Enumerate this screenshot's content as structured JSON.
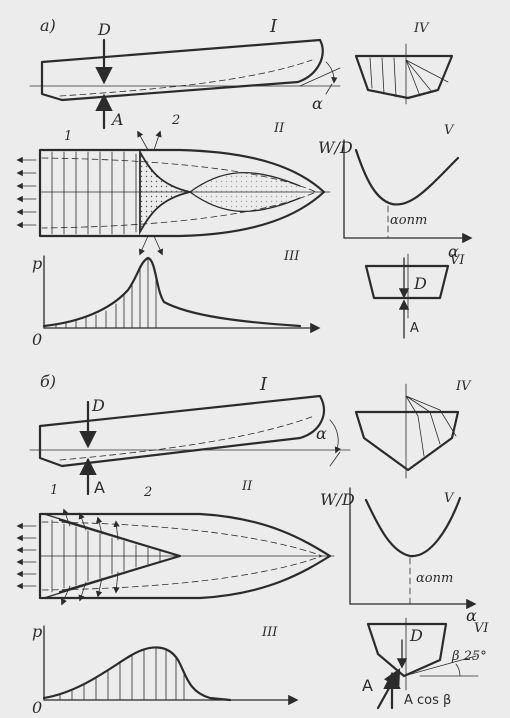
{
  "part_a": {
    "marker": "а)",
    "roman_1": "I",
    "roman_2": "II",
    "roman_3": "III",
    "roman_4": "IV",
    "roman_5": "V",
    "roman_6": "VI",
    "force_d": "D",
    "force_a": "A",
    "angle": "α",
    "zone_1": "1",
    "zone_2": "2",
    "axis_p": "p",
    "axis_origin": "0",
    "axis_w_over_d": "W/D",
    "axis_alpha": "α",
    "alpha_opt": "αопт",
    "vi_d": "D",
    "vi_a": "A"
  },
  "part_b": {
    "marker": "б)",
    "roman_1": "I",
    "roman_2": "II",
    "roman_3": "III",
    "roman_4": "IV",
    "roman_5": "V",
    "roman_6": "VI",
    "force_d": "D",
    "force_a": "A",
    "angle": "α",
    "zone_1": "1",
    "zone_2": "2",
    "axis_p": "p",
    "axis_origin": "0",
    "axis_w_over_d": "W/D",
    "axis_alpha": "α",
    "alpha_opt": "αопт",
    "vi_d": "D",
    "vi_a": "A",
    "vi_a_cos": "A cos β",
    "vi_beta": "β 25°"
  }
}
